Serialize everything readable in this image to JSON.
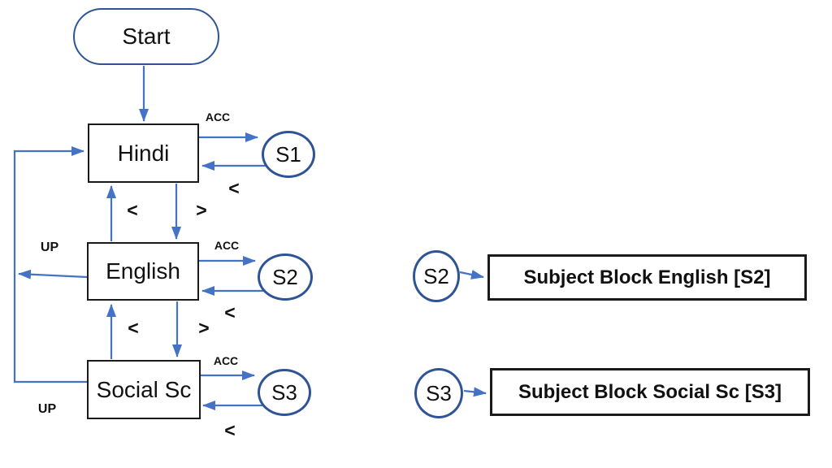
{
  "flowchart": {
    "start_label": "Start",
    "subjects": [
      {
        "name": "Hindi",
        "state": "S1"
      },
      {
        "name": "English",
        "state": "S2"
      },
      {
        "name": "Social Sc",
        "state": "S3"
      }
    ],
    "edge_labels": {
      "acc": "ACC",
      "prev": "<",
      "next": ">",
      "up": "UP"
    }
  },
  "legend": {
    "items": [
      {
        "state": "S2",
        "label": "Subject Block English [S2]"
      },
      {
        "state": "S3",
        "label": "Subject Block Social Sc [S3]"
      }
    ]
  },
  "colors": {
    "connector_blue": "#4472C4",
    "outline_navy": "#2F5496",
    "border_black": "#1a1a1a",
    "text_black": "#111111",
    "background": "#ffffff"
  }
}
